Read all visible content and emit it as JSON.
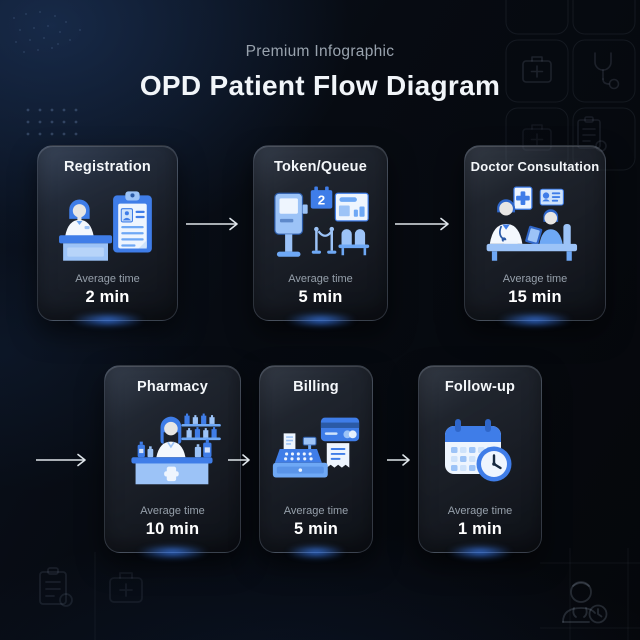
{
  "header": {
    "subtitle": "Premium Infographic",
    "title": "OPD Patient Flow Diagram"
  },
  "flow": {
    "cards": [
      {
        "id": "registration",
        "title": "Registration",
        "avg_label": "Average time",
        "time": "2 min",
        "icon": "receptionist-desk-icon"
      },
      {
        "id": "token-queue",
        "title": "Token/Queue",
        "avg_label": "Average time",
        "time": "5 min",
        "icon": "ticket-kiosk-icon",
        "token_number": "2"
      },
      {
        "id": "doctor-consultation",
        "title": "Doctor Consultation",
        "avg_label": "Average time",
        "time": "15 min",
        "icon": "doctor-patient-icon"
      },
      {
        "id": "pharmacy",
        "title": "Pharmacy",
        "avg_label": "Average time",
        "time": "10 min",
        "icon": "pharmacy-counter-icon"
      },
      {
        "id": "billing",
        "title": "Billing",
        "avg_label": "Average time",
        "time": "5 min",
        "icon": "cash-register-icon"
      },
      {
        "id": "follow-up",
        "title": "Follow-up",
        "avg_label": "Average time",
        "time": "1 min",
        "icon": "calendar-clock-icon"
      }
    ]
  },
  "decor": {
    "top_right_grid_icons": [
      "medical-bag-icon",
      "stethoscope-icon",
      "medical-bag-icon",
      "clipboard-check-icon"
    ],
    "bottom_left_icons": [
      "clipboard-check-icon",
      "medical-bag-icon"
    ],
    "bottom_right_icon": "doctor-clock-icon",
    "top_left_pattern": "dot-grid"
  },
  "colors": {
    "accent_blue": "#3f7de8",
    "accent_blue_light": "#9cc3f7",
    "card_glow": "#3e84ff",
    "background_navy": "#14243c",
    "title_text": "#f1f5f9",
    "muted_text": "#96a0ab",
    "arrow": "#dfe5ea"
  }
}
